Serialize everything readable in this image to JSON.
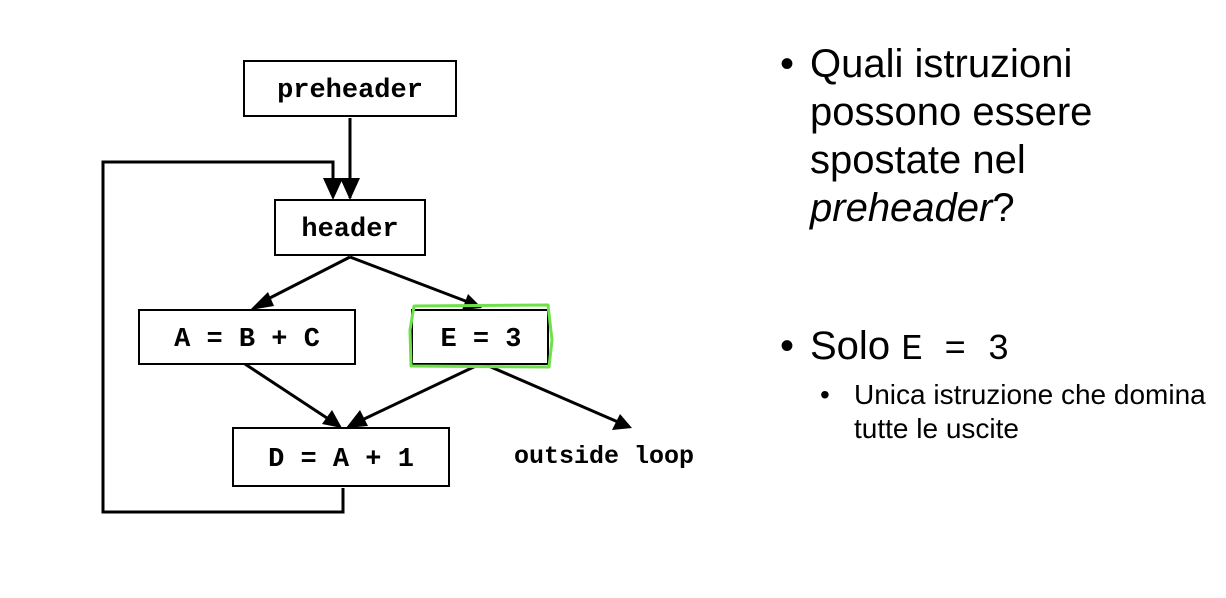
{
  "diagram": {
    "nodes": {
      "preheader": "preheader",
      "header": "header",
      "abc": "A = B + C",
      "e3": "E = 3",
      "d": "D = A + 1",
      "outside": "outside loop"
    },
    "highlight_color": "#6ee04a"
  },
  "bullets": {
    "bullet_glyph": "•",
    "question_line1": "Quali istruzioni",
    "question_line2": "possono essere",
    "question_line3": "spostate nel",
    "question_emph": "preheader",
    "question_end": "?",
    "answer_prefix": "Solo",
    "answer_code": "E = 3",
    "sub_text": "Unica istruzione che domina tutte le uscite"
  }
}
